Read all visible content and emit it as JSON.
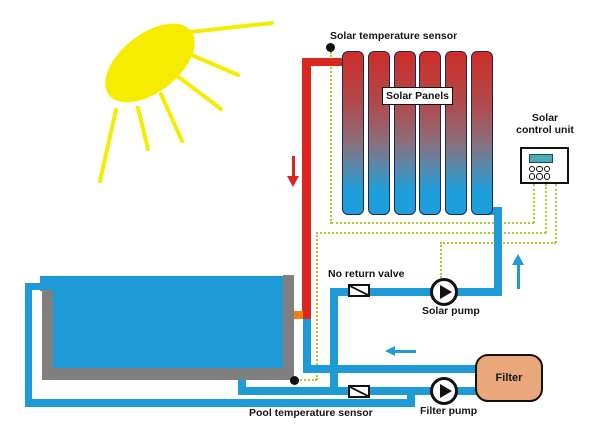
{
  "diagram": {
    "labels": {
      "solar_temperature_sensor": "Solar temperature sensor",
      "solar_panels": "Solar Panels",
      "solar_control_unit": "Solar control unit",
      "no_return_valve": "No return valve",
      "solar_pump": "Solar pump",
      "filter": "Filter",
      "filter_pump": "Filter pump",
      "pool_temperature_sensor": "Pool temperature sensor"
    },
    "panel_count": 6,
    "colors": {
      "hot_pipe": "#d9261f",
      "cold_pipe": "#1e9ad6",
      "inlet_connector": "#f07f1a",
      "pool_wall": "#7f7f7f",
      "sun": "#f6ec00",
      "control_wire": "#b6c42f",
      "filter_fill": "#eba77c",
      "panel_top": "#ce2d28",
      "panel_bottom": "#1c9fdb",
      "screen": "#4aabb8"
    }
  }
}
